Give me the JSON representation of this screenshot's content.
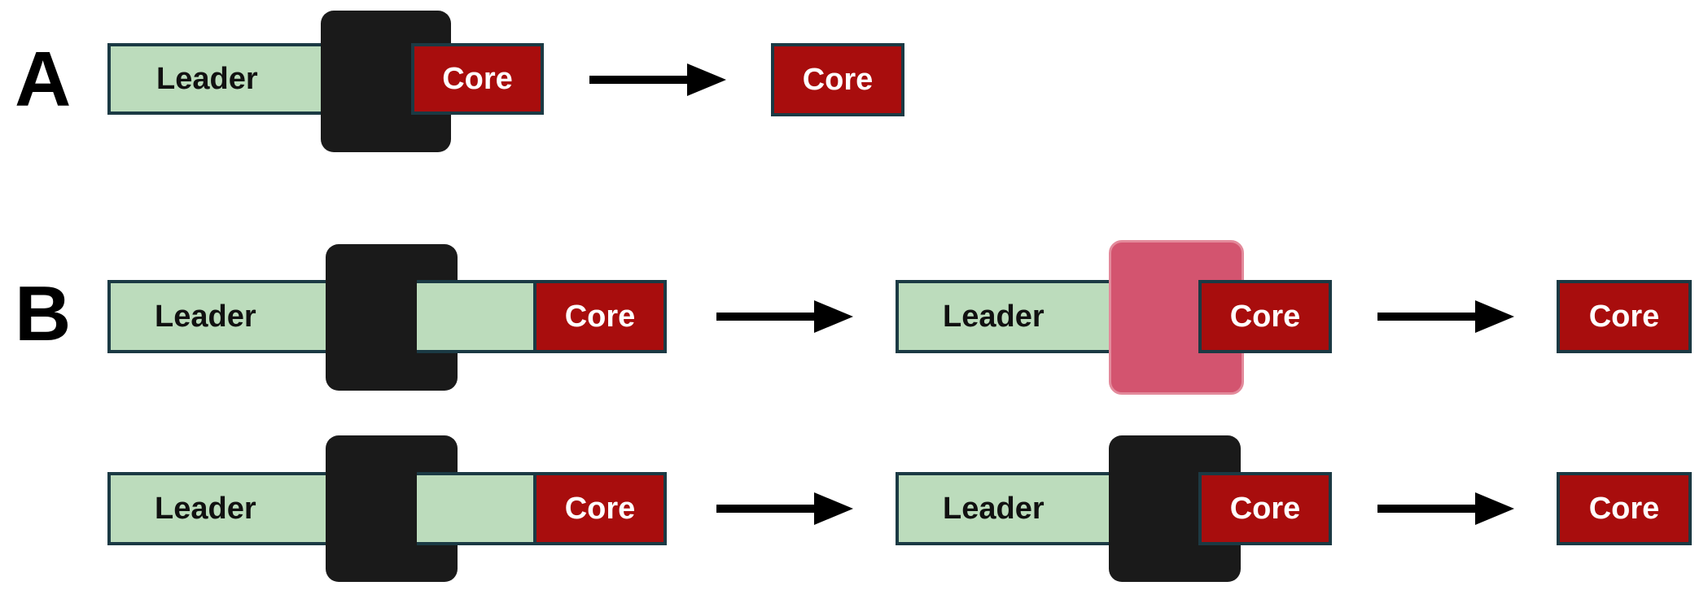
{
  "panels": {
    "a": {
      "label": "A"
    },
    "b": {
      "label": "B"
    }
  },
  "labels": {
    "leader": "Leader",
    "core": "Core"
  },
  "colors": {
    "leader_fill": "#bcdcbc",
    "core_fill": "#a80d0d",
    "enzyme_black": "#1a1a1a",
    "enzyme_pink": "#d3546f",
    "outline": "#1b3a44"
  }
}
